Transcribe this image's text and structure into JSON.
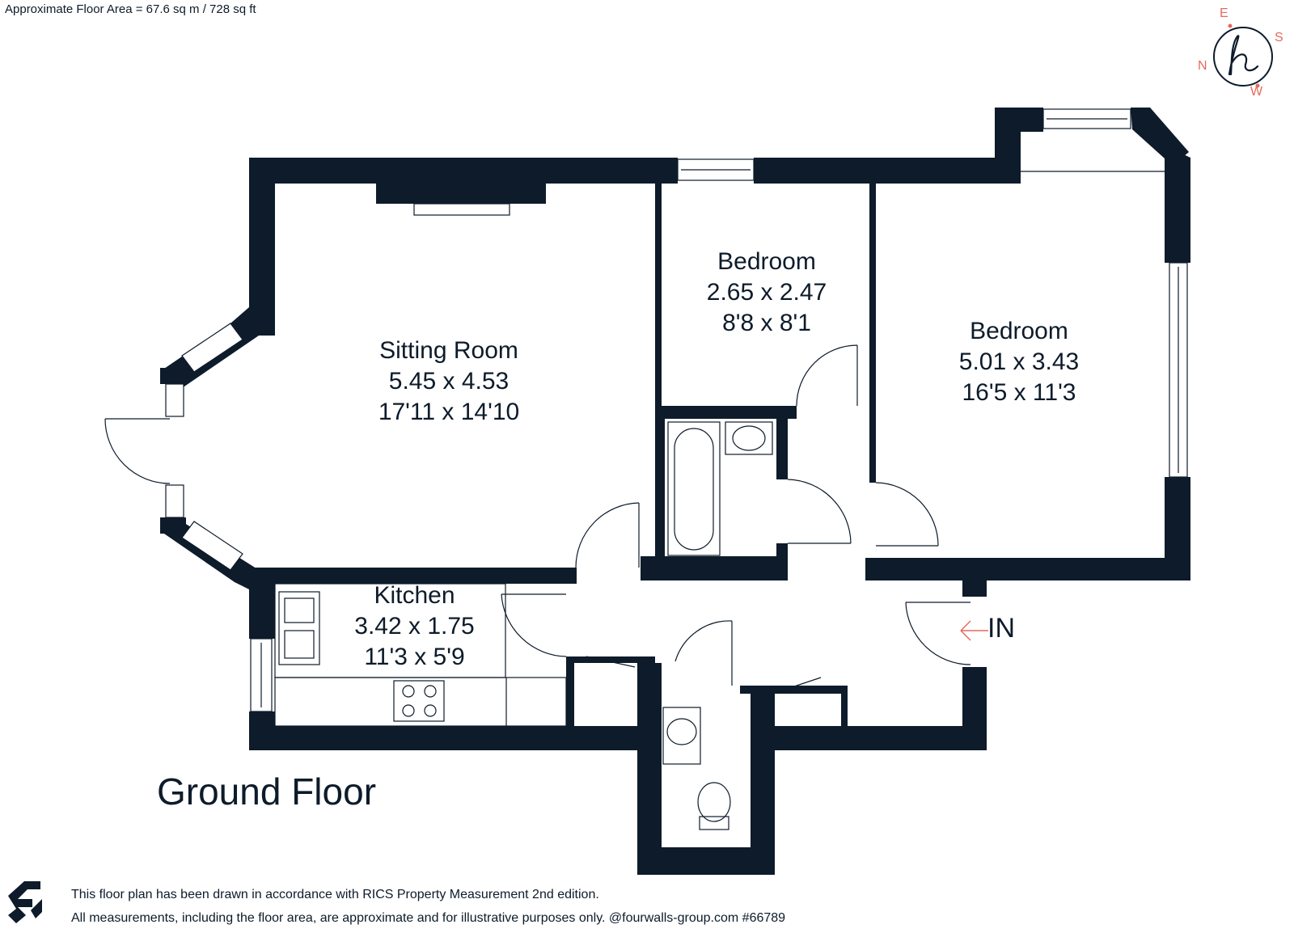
{
  "header": {
    "floor_area": "Approximate Floor Area = 67.6 sq m / 728 sq ft"
  },
  "compass": {
    "north": "N",
    "east": "E",
    "south": "S",
    "west": "W",
    "logo_letter": "h",
    "accent_color": "#e46a5e"
  },
  "rooms": {
    "sitting_room": {
      "name": "Sitting Room",
      "metric": "5.45 x 4.53",
      "imperial": "17'11 x 14'10"
    },
    "bedroom_small": {
      "name": "Bedroom",
      "metric": "2.65 x 2.47",
      "imperial": "8'8 x 8'1"
    },
    "bedroom_large": {
      "name": "Bedroom",
      "metric": "5.01 x 3.43",
      "imperial": "16'5 x 11'3"
    },
    "kitchen": {
      "name": "Kitchen",
      "metric": "3.42 x 1.75",
      "imperial": "11'3 x 5'9"
    }
  },
  "floor_label": "Ground Floor",
  "entrance_label": "IN",
  "footer": {
    "line1": "This floor plan has been drawn in accordance with RICS Property Measurement 2nd edition.",
    "line2": "All measurements, including the floor area, are approximate and for illustrative purposes only. @fourwalls-group.com #66789"
  },
  "colors": {
    "wall": "#0d1b2a",
    "background": "#ffffff"
  }
}
